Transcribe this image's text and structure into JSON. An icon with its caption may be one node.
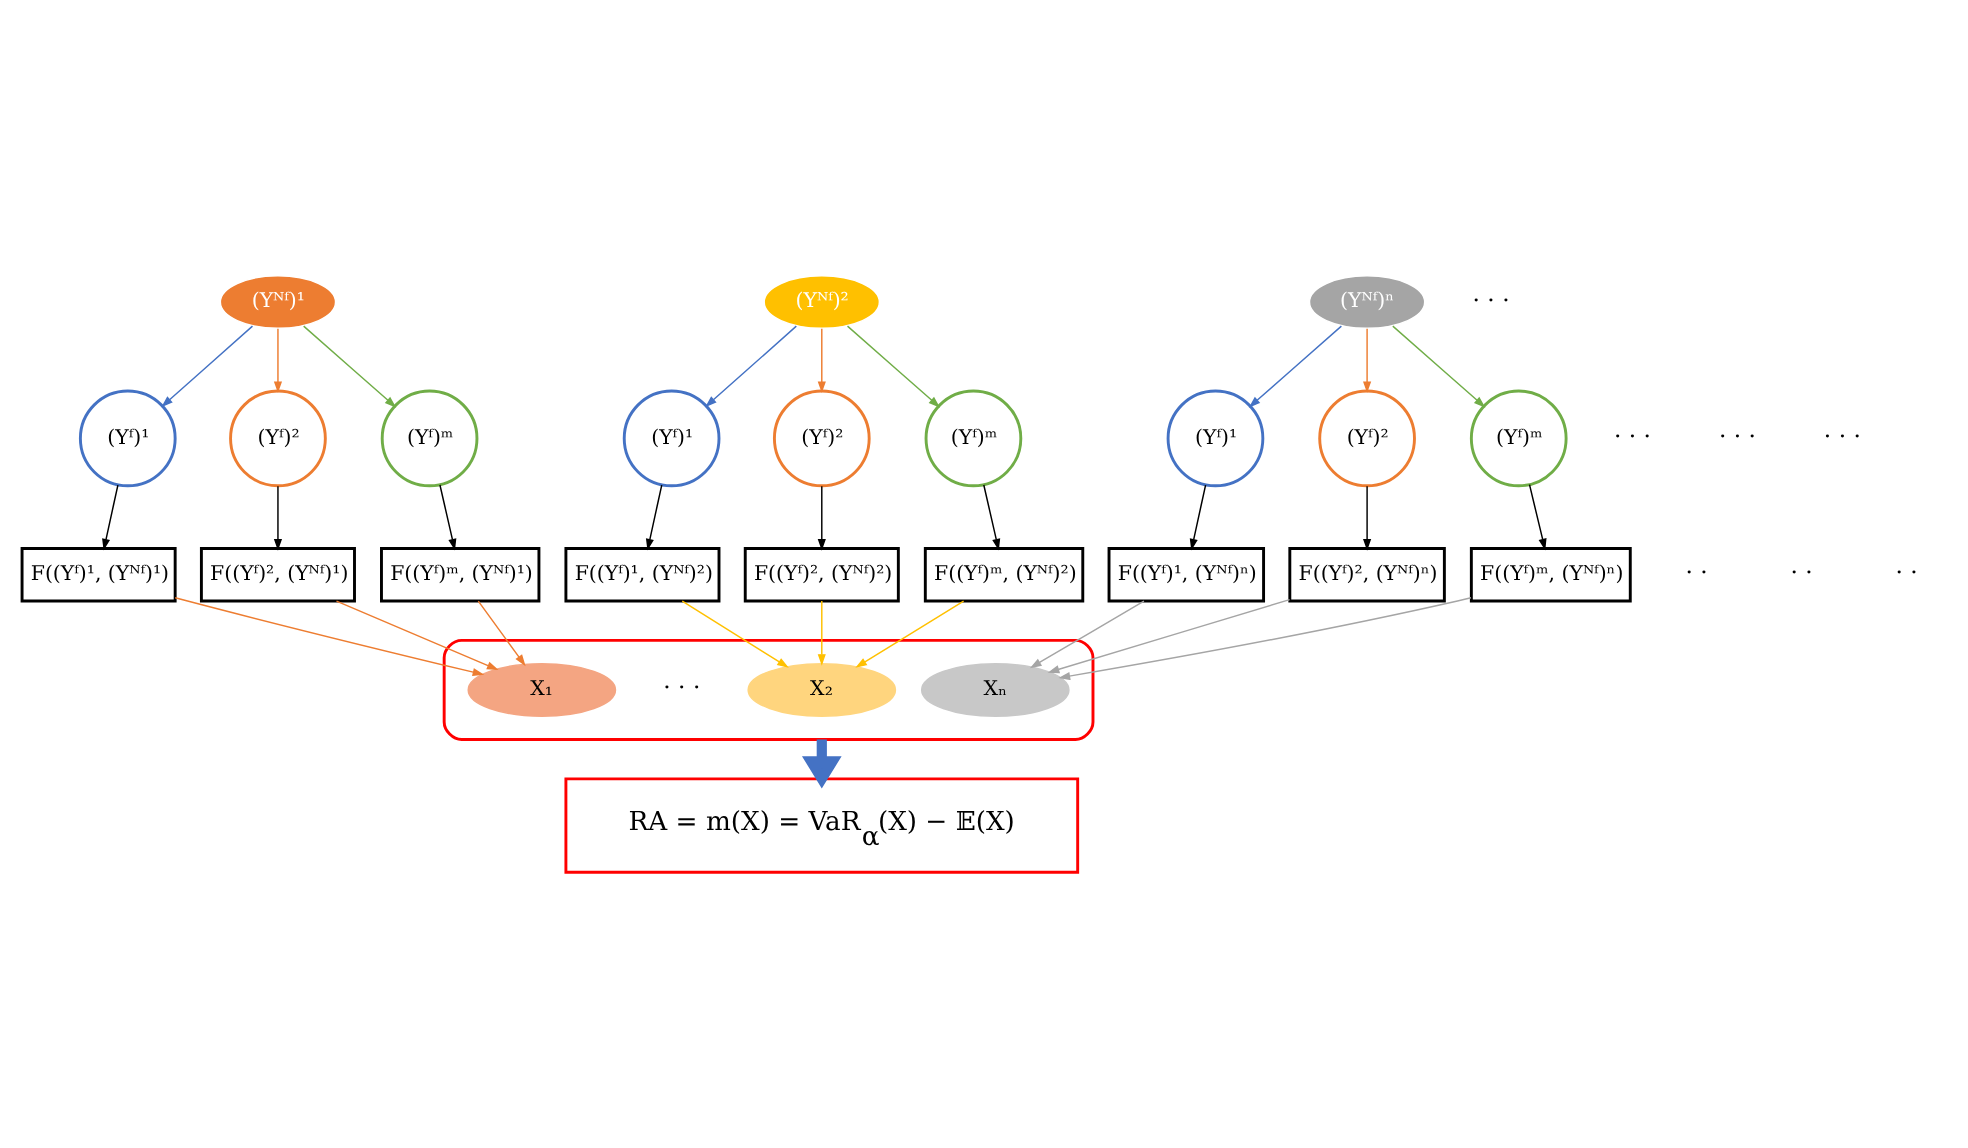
{
  "diagram": {
    "nodes": [
      {
        "text": [
          "(Yᴺᶠ)¹"
        ]
      },
      {
        "text": [
          "(Yᶠ)¹"
        ]
      },
      {
        "text": [
          "(Yᶠ)²"
        ]
      },
      {
        "text": [
          "(Yᶠ)ᵐ"
        ]
      },
      {
        "text": [
          "F((Yᶠ)¹, (Yᴺᶠ)¹)"
        ]
      },
      {
        "text": [
          "F((Yᶠ)², (Yᴺᶠ)¹)"
        ]
      },
      {
        "text": [
          "F((Yᶠ)ᵐ, (Yᴺᶠ)¹)"
        ]
      },
      {
        "text": [
          "(Yᴺᶠ)²"
        ]
      },
      {
        "text": [
          "(Yᶠ)¹"
        ]
      },
      {
        "text": [
          "(Yᶠ)²"
        ]
      },
      {
        "text": [
          "(Yᶠ)ᵐ"
        ]
      },
      {
        "text": [
          "F((Yᶠ)¹, (Yᴺᶠ)²)"
        ]
      },
      {
        "text": [
          "F((Yᶠ)², (Yᴺᶠ)²)"
        ]
      },
      {
        "text": [
          "F((Yᶠ)ᵐ, (Yᴺᶠ)²)"
        ]
      },
      {
        "text": [
          "(Yᴺᶠ)ⁿ"
        ]
      },
      {
        "text": [
          "(Yᶠ)¹"
        ]
      },
      {
        "text": [
          "(Yᶠ)²"
        ]
      },
      {
        "text": [
          "(Yᶠ)ᵐ"
        ]
      },
      {
        "text": [
          "F((Yᶠ)¹, (Yᴺᶠ)ⁿ)"
        ]
      },
      {
        "text": [
          "F((Yᶠ)², (Yᴺᶠ)ⁿ)"
        ]
      },
      {
        "text": [
          "F((Yᶠ)ᵐ, (Yᴺᶠ)ⁿ)"
        ]
      },
      {
        "text": [],
        "shape": "box"
      },
      {
        "text": [
          "X₁"
        ],
        "in": 21
      },
      {
        "text": [
          "X₂"
        ],
        "in": 21
      },
      {
        "text": [
          "Xₙ"
        ],
        "in": 21
      },
      {
        "text": [
          "RA = m(X) = VaR$_{α}$(X) − 𝔼(X)"
        ]
      }
    ],
    "edges": [
      {
        "from": 0,
        "to": 1,
        "arrow": "to",
        "color": "#4472c4"
      },
      {
        "from": 0,
        "to": 2,
        "arrow": "to",
        "color": "#ed7d31"
      },
      {
        "from": 0,
        "to": 3,
        "arrow": "to",
        "color": "#70ad47"
      },
      {
        "from": 1,
        "to": 4,
        "arrow": "to"
      },
      {
        "from": 2,
        "to": 5,
        "arrow": "to"
      },
      {
        "from": 3,
        "to": 6,
        "arrow": "to"
      },
      {
        "from": 4,
        "to": 22,
        "arrow": "to",
        "color": "#ed7d31"
      },
      {
        "from": 5,
        "to": 22,
        "arrow": "to",
        "color": "#ed7d31"
      },
      {
        "from": 6,
        "to": 22,
        "arrow": "to",
        "color": "#ed7d31"
      },
      {
        "from": 7,
        "to": 8,
        "arrow": "to",
        "color": "#4472c4"
      },
      {
        "from": 7,
        "to": 9,
        "arrow": "to",
        "color": "#ed7d31"
      },
      {
        "from": 7,
        "to": 10,
        "arrow": "to",
        "color": "#70ad47"
      },
      {
        "from": 8,
        "to": 11,
        "arrow": "to"
      },
      {
        "from": 9,
        "to": 12,
        "arrow": "to"
      },
      {
        "from": 10,
        "to": 13,
        "arrow": "to"
      },
      {
        "from": 11,
        "to": 23,
        "arrow": "to",
        "color": "#ffc000"
      },
      {
        "from": 12,
        "to": 23,
        "arrow": "to",
        "color": "#ffc000"
      },
      {
        "from": 13,
        "to": 23,
        "arrow": "to",
        "color": "#ffc000"
      },
      {
        "from": 14,
        "to": 15,
        "arrow": "to",
        "color": "#4472c4"
      },
      {
        "from": 14,
        "to": 16,
        "arrow": "to",
        "color": "#ed7d31"
      },
      {
        "from": 14,
        "to": 17,
        "arrow": "to",
        "color": "#70ad47"
      },
      {
        "from": 15,
        "to": 18,
        "arrow": "to"
      },
      {
        "from": 16,
        "to": 19,
        "arrow": "to"
      },
      {
        "from": 17,
        "to": 20,
        "arrow": "to"
      },
      {
        "from": 18,
        "to": 24,
        "arrow": "to",
        "color": "#a5a5a5"
      },
      {
        "from": 19,
        "to": 24,
        "arrow": "to",
        "color": "#a5a5a5"
      },
      {
        "from": 20,
        "to": 24,
        "arrow": "to",
        "color": "#a5a5a5"
      },
      {
        "from": 21,
        "to": 25,
        "arrow": "to",
        "style": "thick",
        "color": "#4472c4"
      }
    ],
    "labels": [
      "· · ·",
      "· · ·",
      "· · ·",
      "· · ·",
      "· ·",
      "· ·",
      "· ·",
      "· · ·"
    ]
  }
}
